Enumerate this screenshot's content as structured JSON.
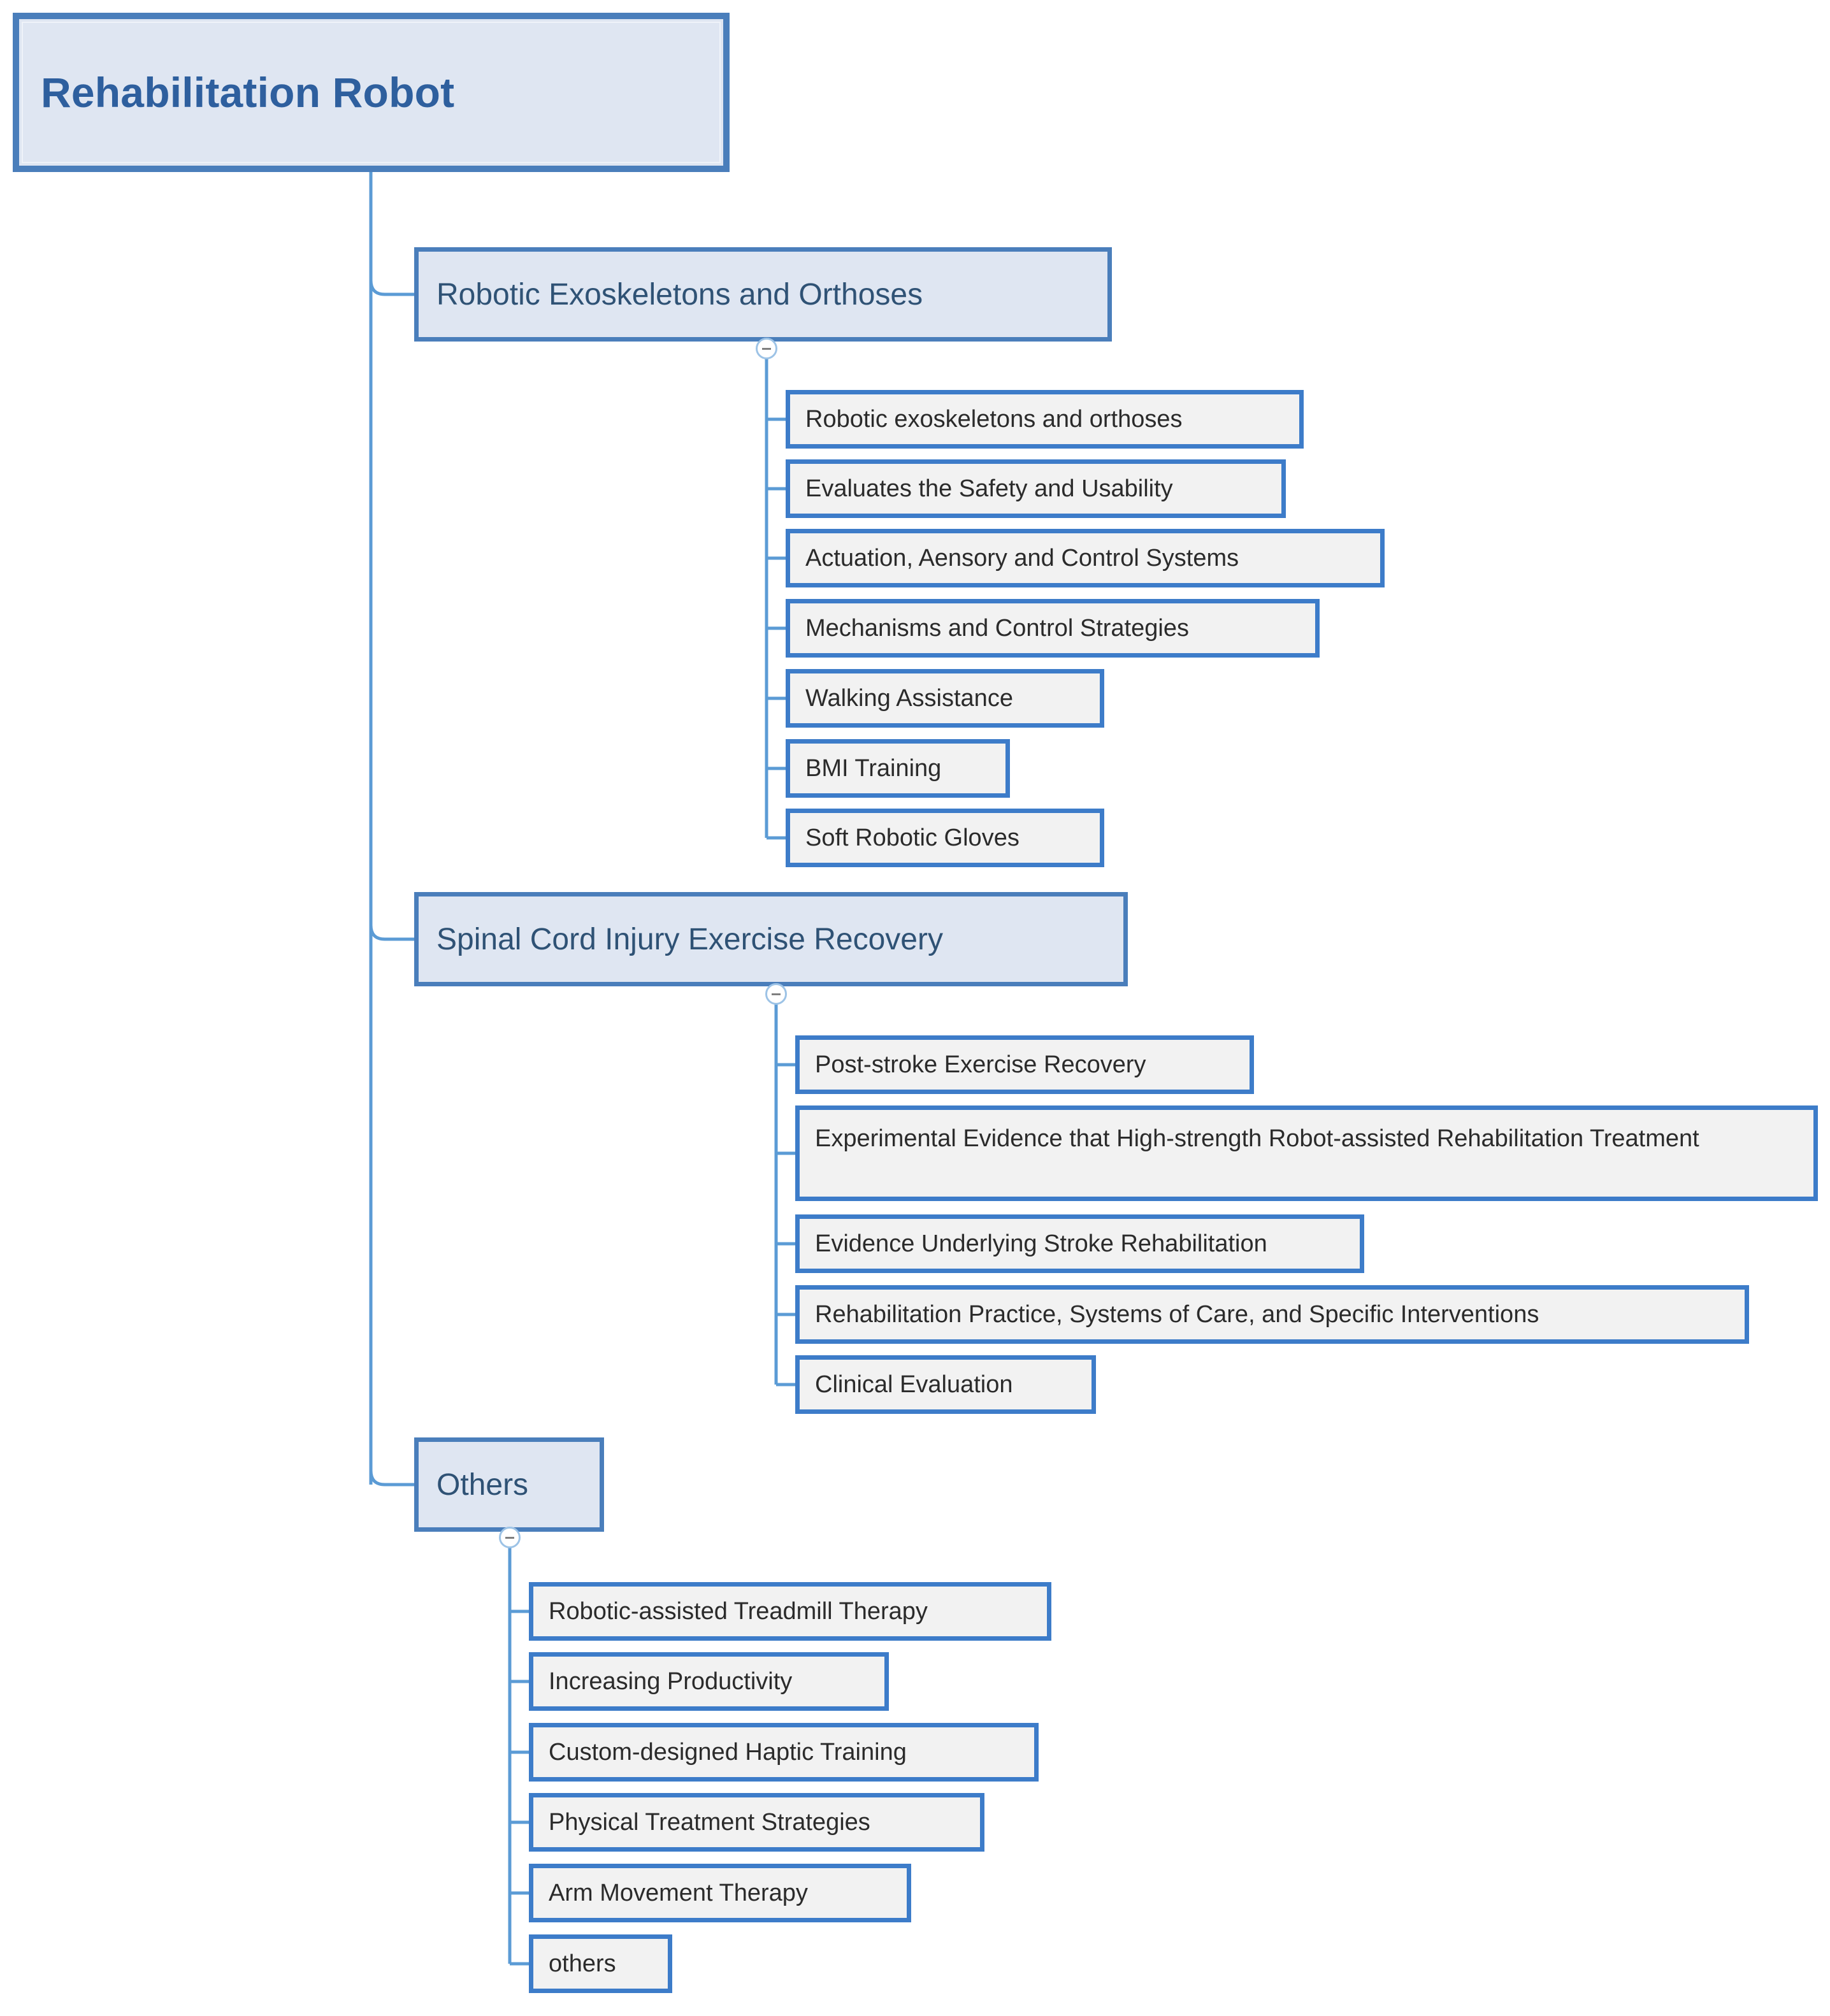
{
  "diagram": {
    "title": "Rehabilitation Robot",
    "type": "mind-map",
    "colors": {
      "root_fill": "#dfe6f2",
      "root_border": "#4a7ebb",
      "root_text": "#2e5f9e",
      "branch_fill": "#dfe6f2",
      "branch_border": "#4a7ebb",
      "branch_text": "#2f5275",
      "leaf_fill": "#f2f2f2",
      "leaf_border": "#3d7cc9",
      "leaf_text": "#2b2b2b",
      "connector": "#5b9bd5",
      "background": "#ffffff"
    },
    "root": {
      "label": "Rehabilitation Robot"
    },
    "branches": [
      {
        "label": "Robotic Exoskeletons and Orthoses",
        "toggle": "collapse-minus-icon",
        "children": [
          {
            "label": "Robotic exoskeletons and orthoses"
          },
          {
            "label": "Evaluates the Safety and Usability"
          },
          {
            "label": "Actuation, Aensory and Control Systems"
          },
          {
            "label": "Mechanisms and Control Strategies"
          },
          {
            "label": "Walking Assistance"
          },
          {
            "label": "BMI Training"
          },
          {
            "label": "Soft Robotic Gloves"
          }
        ]
      },
      {
        "label": "Spinal Cord Injury Exercise Recovery",
        "toggle": "collapse-minus-icon",
        "children": [
          {
            "label": "Post-stroke Exercise Recovery"
          },
          {
            "label": "Experimental Evidence that High-strength Robot-assisted Rehabilitation Treatment"
          },
          {
            "label": "Evidence Underlying Stroke Rehabilitation"
          },
          {
            "label": "Rehabilitation Practice, Systems of Care, and Specific Interventions"
          },
          {
            "label": "Clinical Evaluation"
          }
        ]
      },
      {
        "label": "Others",
        "toggle": "collapse-minus-icon",
        "children": [
          {
            "label": "Robotic-assisted Treadmill Therapy"
          },
          {
            "label": "Increasing Productivity"
          },
          {
            "label": "Custom-designed Haptic Training"
          },
          {
            "label": "Physical Treatment Strategies"
          },
          {
            "label": "Arm Movement Therapy"
          },
          {
            "label": "others"
          }
        ]
      }
    ]
  }
}
